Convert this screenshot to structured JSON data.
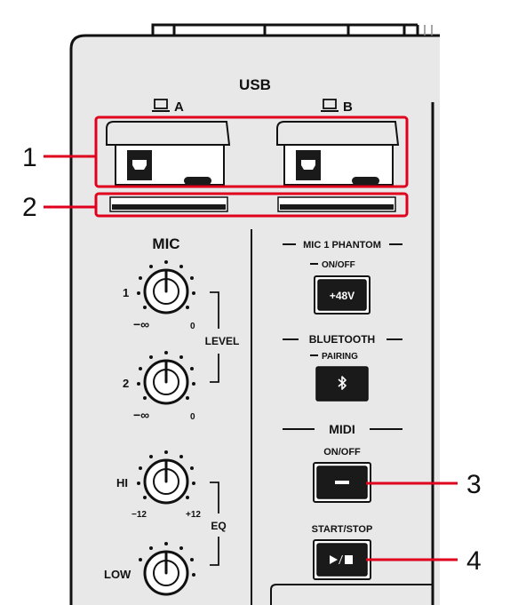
{
  "usb": {
    "title": "USB",
    "port_a_label": "A",
    "port_b_label": "B"
  },
  "callouts": [
    "1",
    "2",
    "3",
    "4"
  ],
  "mic": {
    "title": "MIC",
    "knob1_label": "1",
    "knob2_label": "2",
    "min_label": "−∞",
    "max_label": "0",
    "group_label": "LEVEL"
  },
  "eq": {
    "hi_label": "HI",
    "low_label": "LOW",
    "min_label": "−12",
    "max_label": "+12",
    "group_label": "EQ"
  },
  "phantom": {
    "title": "MIC 1 PHANTOM",
    "sub_label": "ON/OFF",
    "button_label": "+48V"
  },
  "bluetooth": {
    "title": "BLUETOOTH",
    "sub_label": "PAIRING"
  },
  "midi": {
    "title": "MIDI",
    "sub_label": "ON/OFF",
    "start_stop_label": "START/STOP"
  },
  "colors": {
    "callout": "#e0001b",
    "panel": "#e8e8e8",
    "button": "#1a1a1a"
  }
}
